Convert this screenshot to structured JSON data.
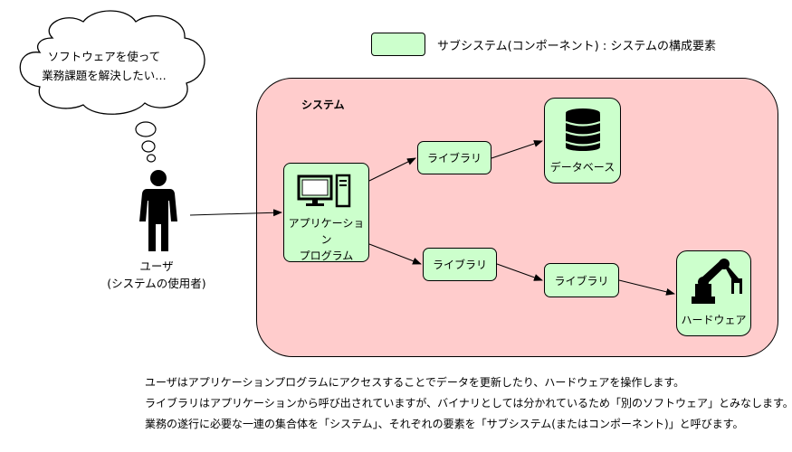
{
  "legend": {
    "label": "サブシステム(コンポーネント) : システムの構成要素",
    "color": "#ccffcc"
  },
  "system": {
    "label": "システム",
    "color": "#ffcccc"
  },
  "thought_bubble": {
    "lines": [
      "ソフトウェアを使って",
      "業務課題を解決したい…"
    ]
  },
  "user": {
    "name": "ユーザ",
    "role": "(システムの使用者)",
    "icon": "person-icon"
  },
  "nodes": {
    "app": {
      "lines": [
        "アプリケーション",
        "プログラム"
      ],
      "icon": "computer-icon"
    },
    "library_top": {
      "label": "ライブラリ"
    },
    "library_bottom": {
      "label": "ライブラリ"
    },
    "library_right": {
      "label": "ライブラリ"
    },
    "database": {
      "label": "データベース",
      "icon": "database-icon"
    },
    "hardware": {
      "label": "ハードウェア",
      "icon": "robot-arm-icon"
    }
  },
  "notes": [
    "ユーザはアプリケーションプログラムにアクセスすることでデータを更新したり、ハードウェアを操作します。",
    "ライブラリはアプリケーションから呼び出されていますが、バイナリとしては分かれているため「別のソフトウェア」とみなします。",
    "業務の遂行に必要な一連の集合体を「システム」、それぞれの要素を「サブシステム(またはコンポーネント)」と呼びます。"
  ]
}
